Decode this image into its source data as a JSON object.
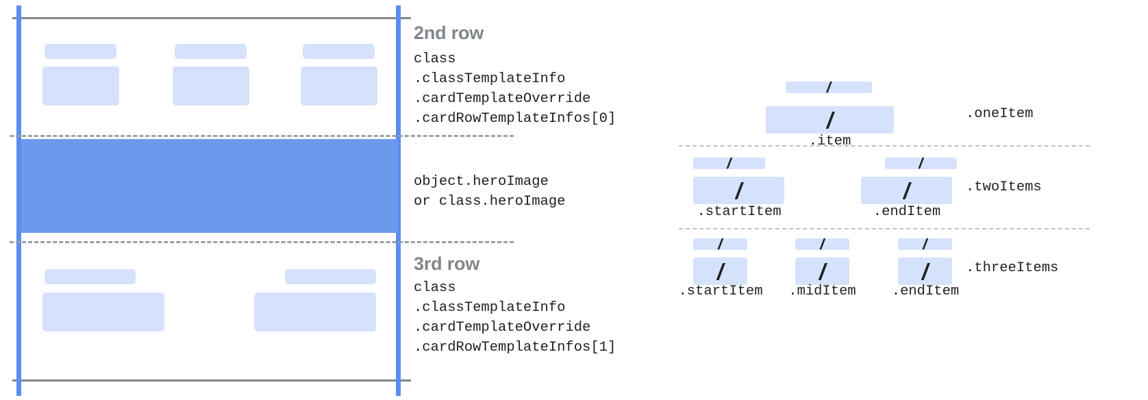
{
  "colors": {
    "accent_blue": "#5b8def",
    "hero_blue": "#6b9aec",
    "chip_blue": "#d6e2fb",
    "rule_gray": "#80868b",
    "dash_gray": "#9aa0a6",
    "text_dark": "#202124",
    "heading_gray": "#80868b"
  },
  "card_diagram": {
    "second_row": {
      "heading": "2nd row",
      "code": "class\n.classTemplateInfo\n.cardTemplateOverride\n.cardRowTemplateInfos[0]"
    },
    "hero_row": {
      "code": "object.heroImage\nor class.heroImage"
    },
    "third_row": {
      "heading": "3rd row",
      "code": "class\n.classTemplateInfo\n.cardTemplateOverride\n.cardRowTemplateInfos[1]"
    },
    "placeholder_glyph": "/"
  },
  "row_types": [
    {
      "name": "oneItem",
      "group_label": ".oneItem",
      "items": [
        {
          "label": ".item",
          "glyph": "/"
        }
      ]
    },
    {
      "name": "twoItems",
      "group_label": ".twoItems",
      "items": [
        {
          "label": ".startItem",
          "glyph": "/"
        },
        {
          "label": ".endItem",
          "glyph": "/"
        }
      ]
    },
    {
      "name": "threeItems",
      "group_label": ".threeItems",
      "items": [
        {
          "label": ".startItem",
          "glyph": "/"
        },
        {
          "label": ".midItem",
          "glyph": "/"
        },
        {
          "label": ".endItem",
          "glyph": "/"
        }
      ]
    }
  ]
}
